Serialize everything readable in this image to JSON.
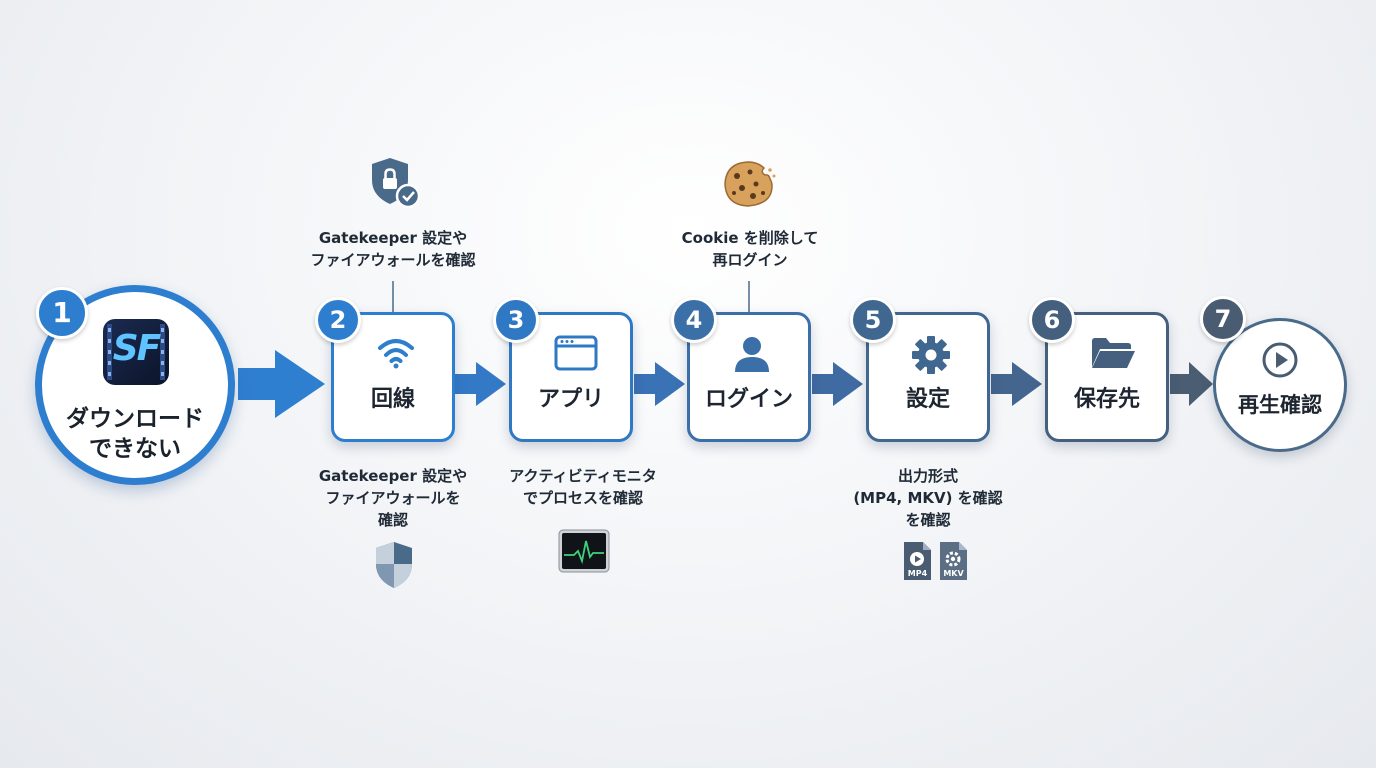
{
  "start": {
    "number": "1",
    "label_line1": "ダウンロード",
    "label_line2": "できない",
    "logo_text": "SF",
    "logo_icon": "sf-app-logo-icon"
  },
  "steps": [
    {
      "number": "2",
      "label": "回線",
      "icon": "wifi-icon",
      "color": "#2e7ed0"
    },
    {
      "number": "3",
      "label": "アプリ",
      "icon": "app-window-icon",
      "color": "#2f78c4"
    },
    {
      "number": "4",
      "label": "ログイン",
      "icon": "user-icon",
      "color": "#3a6fa8"
    },
    {
      "number": "5",
      "label": "設定",
      "icon": "gear-icon",
      "color": "#3f6790"
    },
    {
      "number": "6",
      "label": "保存先",
      "icon": "folder-icon",
      "color": "#44607e"
    },
    {
      "number": "7",
      "label": "再生確認",
      "icon": "play-circle-icon",
      "color": "#4a5c72"
    }
  ],
  "notes": {
    "step2_top": {
      "line1": "Gatekeeper 設定や",
      "line2": "ファイアウォールを確認",
      "icon": "shield-lock-icon"
    },
    "step2_bottom": {
      "line1": "Gatekeeper 設定や",
      "line2": "ファイアウォールを",
      "line3": "確認",
      "icon": "shield-icon"
    },
    "step3_bottom": {
      "line1": "アクティビティモニタ",
      "line2": "でプロセスを確認",
      "icon": "activity-monitor-icon"
    },
    "step4_top": {
      "line1": "Cookie を削除して",
      "line2": "再ログイン",
      "icon": "cookie-icon"
    },
    "step5_bottom": {
      "line1": "出力形式",
      "line2": "(MP4, MKV) を確認",
      "line3": "を確認",
      "file_icons": [
        {
          "label": "MP4",
          "icon": "mp4-file-icon"
        },
        {
          "label": "MKV",
          "icon": "mkv-file-icon"
        }
      ]
    }
  },
  "colors": {
    "primary_blue": "#2e7ed0",
    "slate": "#4a6a8a",
    "arrow_start": "#2f7fd1",
    "arrow_end": "#4a5d72"
  }
}
